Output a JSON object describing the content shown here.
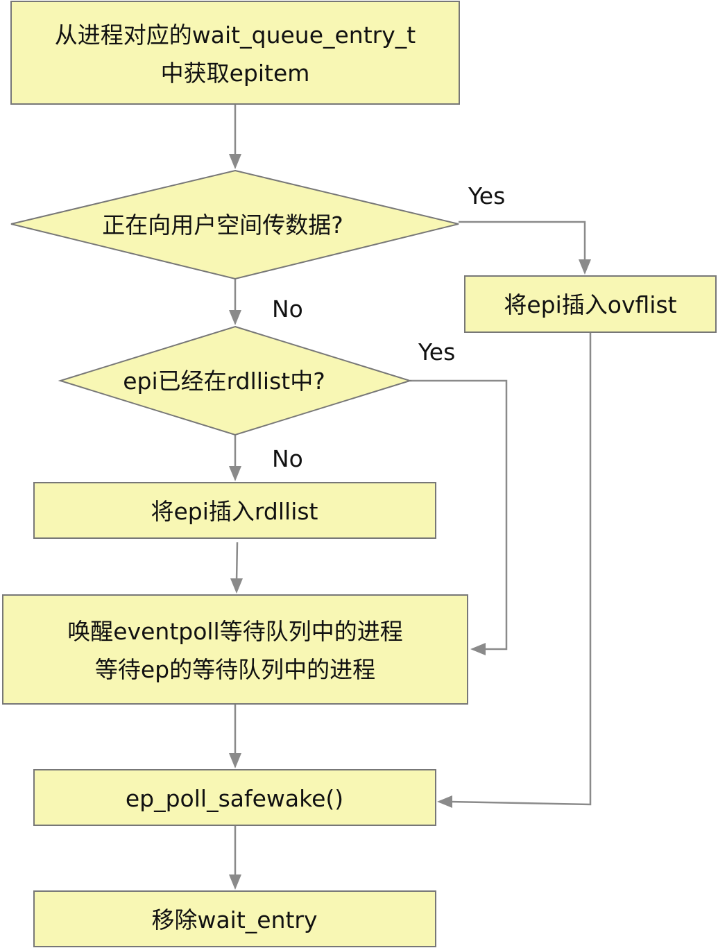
{
  "nodes": {
    "get_epitem": {
      "line1": "从进程对应的wait_queue_entry_t",
      "line2": "中获取epitem"
    },
    "is_copying": {
      "label": "正在向用户空间传数据?"
    },
    "insert_ovflist": {
      "label": "将epi插入ovflist"
    },
    "in_rdllist": {
      "label": "epi已经在rdllist中?"
    },
    "insert_rdllist": {
      "label": "将epi插入rdllist"
    },
    "wake_waiters": {
      "line1": "唤醒eventpoll等待队列中的进程",
      "line2": "等待ep的等待队列中的进程"
    },
    "safewake": {
      "label": "ep_poll_safewake()"
    },
    "remove_entry": {
      "label": "移除wait_entry"
    }
  },
  "edge_labels": {
    "copying_yes": "Yes",
    "copying_no": "No",
    "rdllist_yes": "Yes",
    "rdllist_no": "No"
  },
  "colors": {
    "node_fill": "#f8f7b4",
    "node_stroke": "#777777",
    "edge": "#8a8a8a"
  }
}
